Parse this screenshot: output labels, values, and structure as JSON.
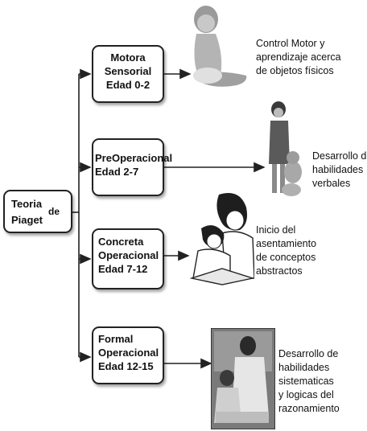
{
  "root": {
    "line1": "Teoria",
    "line2": "Piaget",
    "connector": "de"
  },
  "stages": [
    {
      "lines": [
        "Motora",
        "Sensorial",
        "Edad 0-2"
      ]
    },
    {
      "lines": [
        "PreOperacional",
        "Edad 2-7"
      ]
    },
    {
      "lines": [
        "Concreta",
        "Operacional",
        "Edad 7-12"
      ]
    },
    {
      "lines": [
        "Formal",
        "Operacional",
        "Edad 12-15"
      ]
    }
  ],
  "descriptions": [
    {
      "lines": [
        "Control Motor y",
        "aprendizaje acerca",
        "de objetos físicos"
      ]
    },
    {
      "lines": [
        "Desarrollo de",
        "habilidades",
        "verbales"
      ]
    },
    {
      "lines": [
        "Inicio del",
        "asentamiento",
        "de conceptos",
        "abstractos"
      ]
    },
    {
      "lines": [
        "Desarrollo de",
        "habilidades",
        "sistematicas",
        "y logicas del",
        "razonamiento"
      ]
    }
  ],
  "icons": [
    "baby-photo",
    "toddler-with-teddy-photo",
    "parent-child-reading-illustration",
    "teacher-student-photo"
  ]
}
